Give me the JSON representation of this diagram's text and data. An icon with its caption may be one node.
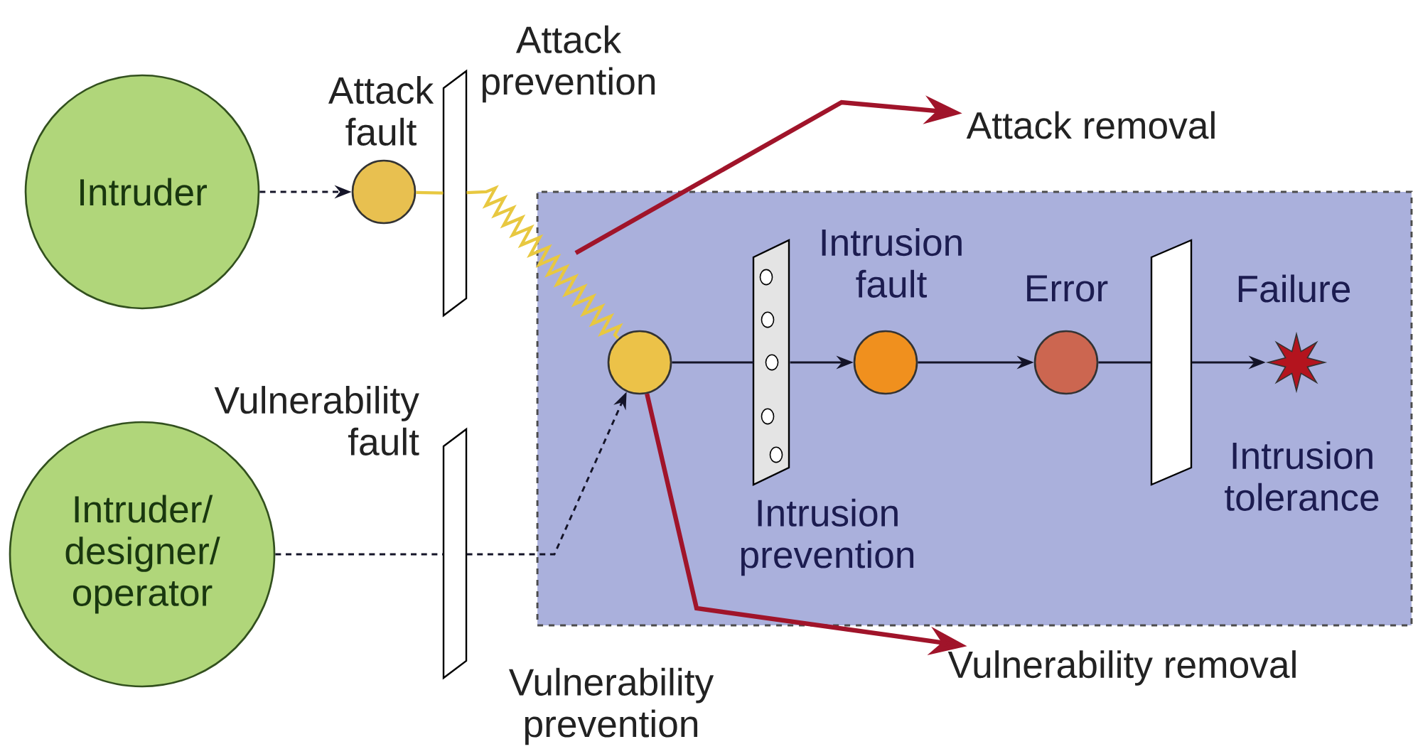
{
  "diagram": {
    "nodes": [
      {
        "text": [
          "Intruder"
        ]
      },
      {
        "text": [
          "Attack fault"
        ]
      },
      {
        "text": [
          "Attack prevention"
        ]
      },
      {
        "text": [
          "Intruder/ designer/ operator"
        ]
      },
      {
        "text": [
          "Vulnerability prevention"
        ]
      },
      {
        "text": [],
        "shape": "box"
      },
      {
        "text": [],
        "shape": "circle",
        "in": 5
      },
      {
        "text": [
          "Intrusion prevention"
        ],
        "in": 5
      },
      {
        "text": [
          "Intrusion fault"
        ],
        "in": 5
      },
      {
        "text": [
          "Error"
        ],
        "in": 5
      },
      {
        "text": [
          "Intrusion tolerance"
        ],
        "in": 5
      },
      {
        "text": [
          "Failure"
        ],
        "in": 5
      },
      {
        "text": [
          "Attack removal"
        ]
      },
      {
        "text": [
          "Vulnerability removal"
        ]
      }
    ],
    "edges": [
      {
        "from": 0,
        "to": 1,
        "arrow": "to",
        "style": "dashed"
      },
      {
        "from": 1,
        "to": 2,
        "arrow": "none",
        "color": "#e8c840"
      },
      {
        "from": 2,
        "to": 6,
        "arrow": "none",
        "color": "#e8c840"
      },
      {
        "from": 3,
        "to": 4,
        "arrow": "none",
        "style": "dashed"
      },
      {
        "from": 4,
        "to": 6,
        "arrow": "to",
        "style": "dashed"
      },
      {
        "from": 6,
        "to": 7,
        "arrow": "none"
      },
      {
        "from": 7,
        "to": 8,
        "arrow": "to"
      },
      {
        "from": 8,
        "to": 9,
        "arrow": "to"
      },
      {
        "from": 9,
        "to": 10,
        "arrow": "none"
      },
      {
        "from": 10,
        "to": 11,
        "arrow": "to"
      },
      {
        "from": null,
        "to": 12,
        "arrow": "to",
        "style": "thick",
        "color": "#a0142a"
      },
      {
        "from": 6,
        "to": 13,
        "arrow": "to",
        "style": "thick",
        "color": "#a0142a"
      }
    ],
    "labels": [
      "Vulnerability fault"
    ]
  }
}
